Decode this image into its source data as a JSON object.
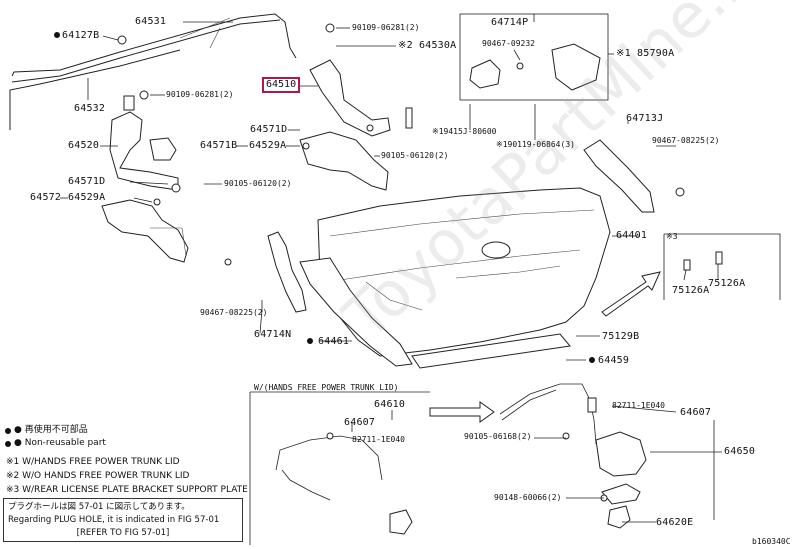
{
  "labels": {
    "p64531": "64531",
    "p64127b": "64127B",
    "p64532": "64532",
    "p64520": "64520",
    "p90109a": "90109-06281(2)",
    "p90109b": "90109-06281(2)",
    "p64530a": "※2 64530A",
    "p64510": "64510",
    "p64571d_1": "64571D",
    "p64571b": "64571B",
    "p64529a_1": "64529A",
    "p90105a": "90105-06120(2)",
    "p64571d_2": "64571D",
    "p64572": "64572",
    "p64529a_2": "64529A",
    "p90105b": "90105-06120(2)",
    "p64714p": "64714P",
    "p90467a": "90467-09232",
    "p85790a": "※1 85790A",
    "p19415": "※19415J-80600",
    "p19011": "※190119-06864(3)",
    "p64713j": "64713J",
    "p90467b": "90467-08225(2)",
    "p64401": "64401",
    "p_n3": "※3",
    "p75126a": "75126A",
    "p75126b": "75126A",
    "p90467c": "90467-08225(2)",
    "p64714n": "64714N",
    "p64461": "64461",
    "p75129b": "75129B",
    "p64459": "64459",
    "p64610": "64610",
    "p64607": "64607",
    "p82711a": "82711-1E040",
    "p82711b": "82711-1E040",
    "p90105c": "90105-06168(2)",
    "p64650": "64650",
    "p90148": "90148-60066(2)",
    "p64620e": "64620E",
    "section_title": "W/(HANDS FREE POWER TRUNK LID)",
    "code": "b160340C"
  },
  "legend": {
    "l1": "● 再使用不可部品",
    "l2": "● Non-reusable part",
    "l3": "※1 W/HANDS FREE POWER TRUNK LID",
    "l4": "※2 W/O HANDS FREE POWER TRUNK LID",
    "l5": "※3 W/REAR LICENSE PLATE BRACKET SUPPORT PLATE"
  },
  "note": {
    "line1": "プラグホールは図 57-01 に図示してあります。",
    "line2": "Regarding PLUG HOLE, it is indicated in FIG 57-01",
    "line3": "[REFER TO FIG 57-01]"
  },
  "watermark": "ToyotaPartMine.ru"
}
